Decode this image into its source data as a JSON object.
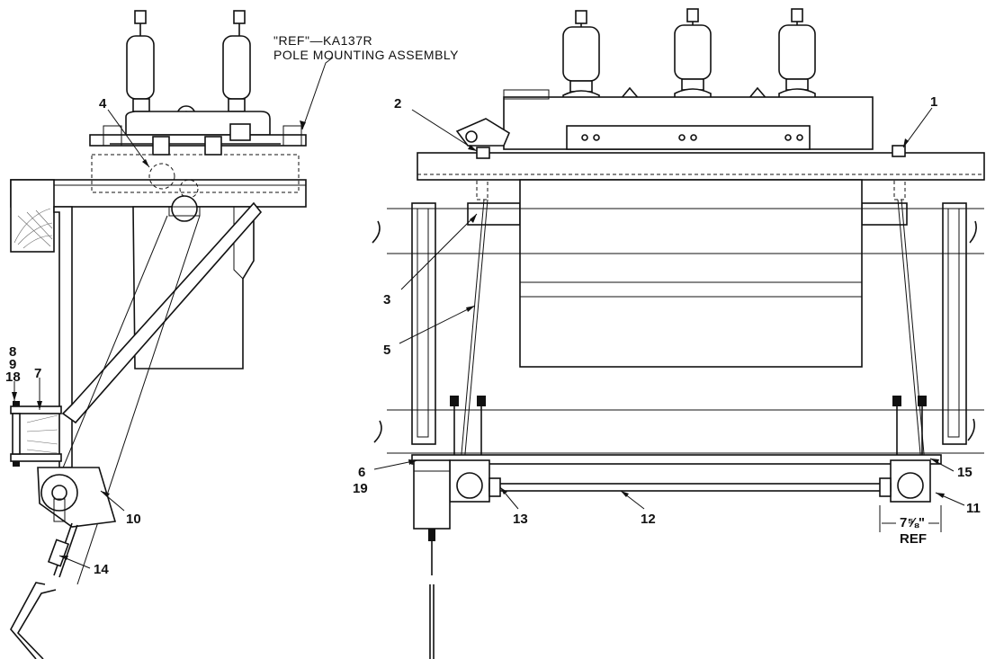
{
  "header_note": {
    "line1": "\"REF\"—KA137R",
    "line2": "POLE MOUNTING ASSEMBLY"
  },
  "callouts": {
    "c1": "1",
    "c2": "2",
    "c3": "3",
    "c4": "4",
    "c5": "5",
    "c6_19": [
      "6",
      "19"
    ],
    "c7": "7",
    "c8_9_18": [
      "8",
      "9",
      "18"
    ],
    "c10": "10",
    "c11": "11",
    "c12": "12",
    "c13": "13",
    "c14": "14",
    "c15": "15"
  },
  "dimension": {
    "value": "7⅝\"",
    "ref": "REF"
  }
}
